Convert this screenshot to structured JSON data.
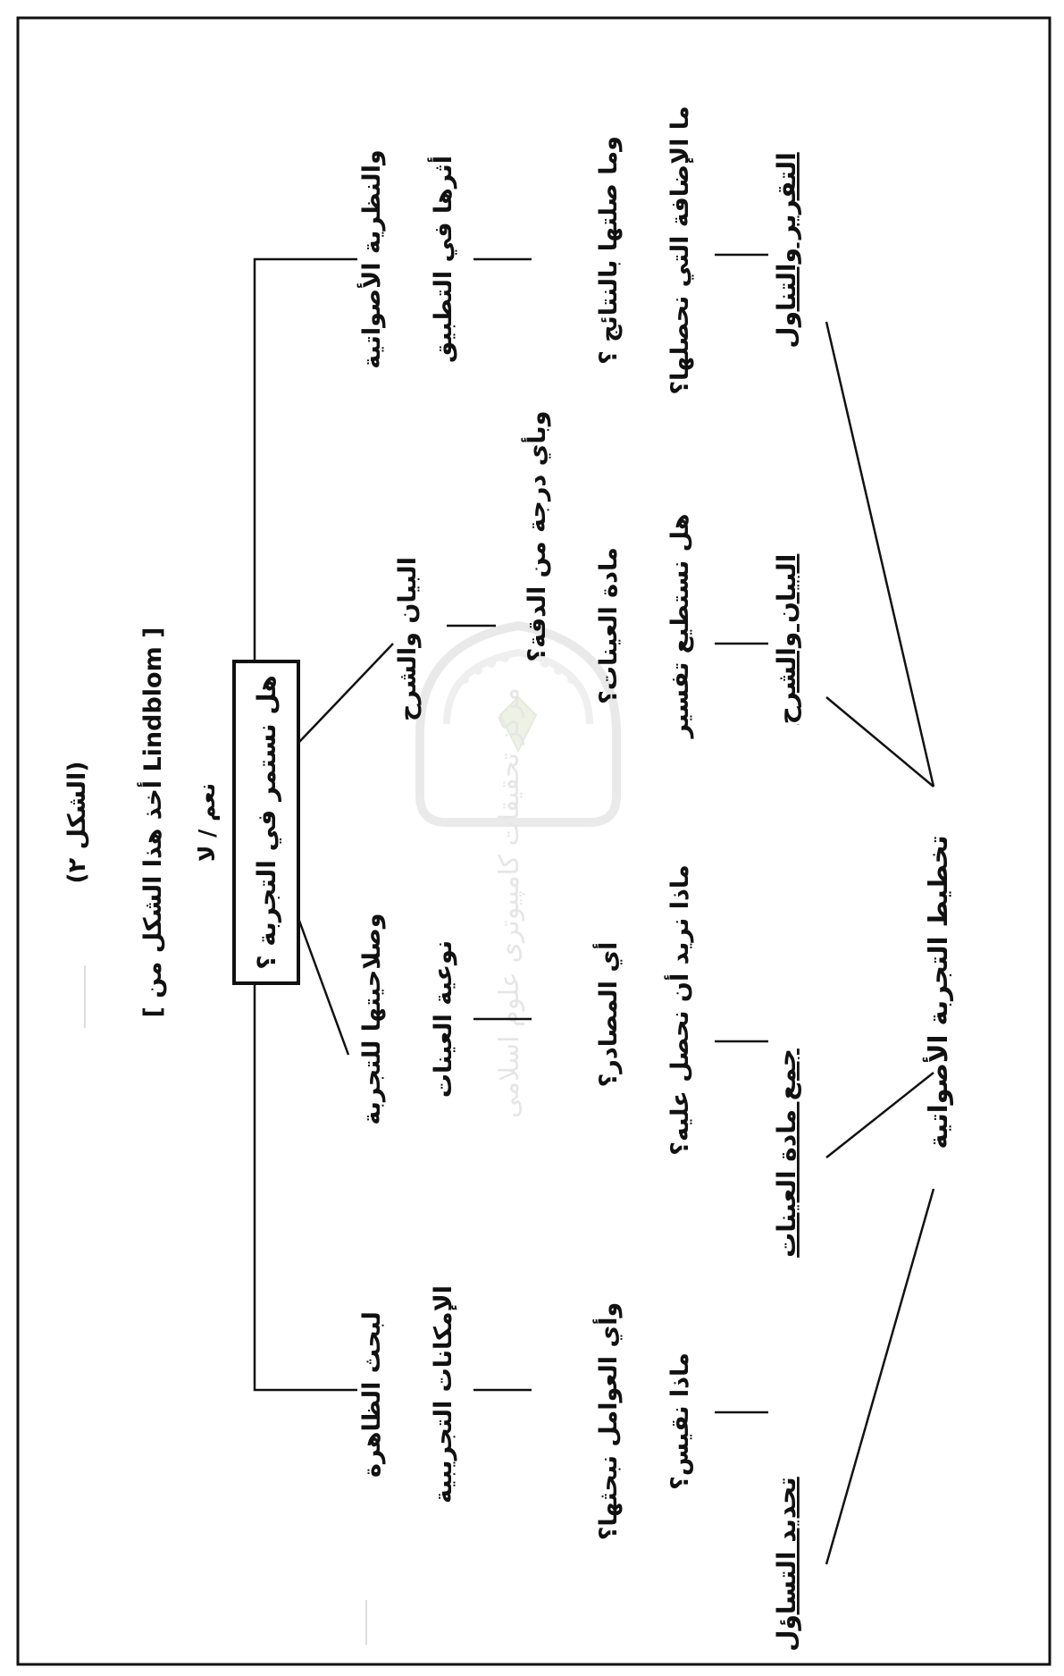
{
  "diagram": {
    "root": "تخطيط التجربة الأصواتية",
    "stages": [
      {
        "id": "stage-1",
        "title": "تحديد التساؤل",
        "questions": [
          "ماذا نقيس؟",
          "وأي العوامل نبحثها؟"
        ],
        "outcome": [
          "الإمكانات التجريبية",
          "لبحث الظاهرة"
        ]
      },
      {
        "id": "stage-2",
        "title": "جمع مادة العينات",
        "questions": [
          "ماذا نريد أن نحصل عليه؟",
          "أي المصادر؟"
        ],
        "outcome": [
          "نوعية العينات",
          "وصلاحيتها للتجربة"
        ]
      },
      {
        "id": "stage-3",
        "title": "البيان والشرح",
        "questions": [
          "هل نستطيع تفسير",
          "مادة العينات؟"
        ],
        "detail": [
          "وبأي درجة من الدقة؟"
        ],
        "outcome": [
          "البيان والشرح"
        ]
      },
      {
        "id": "stage-4",
        "title": "التقرير والتناول",
        "questions": [
          "ما الإضافة التي نحصلها؟",
          "وما صلتها بالنتائج ؟"
        ],
        "outcome": [
          "أثرها في التطبيق",
          "والنظرية الأصواتية"
        ]
      }
    ],
    "decision": "هل نستمر في التجربة ؟",
    "decision_options": "نعم / لا",
    "source_note": "[ أخذ هذا الشكل من Lindblom ]",
    "figure_label": "(الشكل ٢)"
  },
  "watermark": {
    "text": "مرکز تحقیقات کامپیوتری علوم اسلامی"
  },
  "colors": {
    "ink": "#111111",
    "watermark": "#e6e6e6",
    "background": "#ffffff"
  }
}
